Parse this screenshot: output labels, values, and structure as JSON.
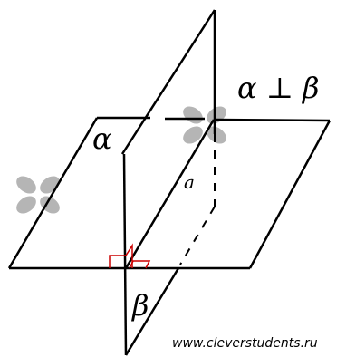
{
  "diagram": {
    "plane_alpha_label": "α",
    "plane_beta_label": "β",
    "relation_label": "α ⊥ β",
    "intersection_line_label": "a",
    "watermark_text": "www.cleverstudents.ru",
    "line_color": "#000000",
    "right_angle_mark_color": "#cc0000",
    "watermark_flower_color": "#a8a8a8",
    "watermark_flower_count": 2
  }
}
